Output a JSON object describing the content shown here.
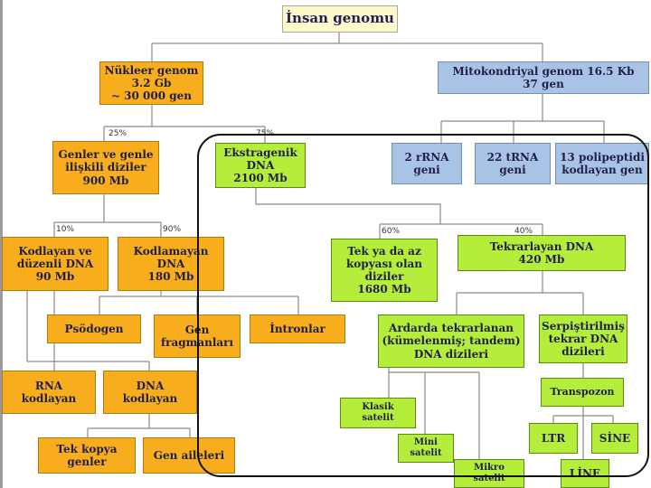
{
  "diagram": {
    "root": "İnsan genomu",
    "nuclear_genome": "Nükleer genom\n3.2 Gb\n~ 30 000 gen",
    "mito_genome": "Mitokondriyal genom 16.5 Kb\n37 gen",
    "genes_related": "Genler ve genle\nilişkili diziler\n900 Mb",
    "extragenic": "Ekstragenik\nDNA\n2100 Mb",
    "rrna": "2 rRNA\ngeni",
    "trna": "22 tRNA\ngeni",
    "polypeptide": "13 polipeptidi\nkodlayan gen",
    "coding_regulatory": "Kodlayan ve\ndüzenli DNA\n90 Mb",
    "noncoding": "Kodlamayan\nDNA\n180 Mb",
    "single_copy": "Tek ya da az\nkopyası olan\ndiziler\n1680 Mb",
    "repeat_dna": "Tekrarlayan DNA\n420 Mb",
    "pseudogene": "Psödogen",
    "gene_fragments": "Gen\nfragmanları",
    "introns": "İntronlar",
    "tandem": "Ardarda tekrarlanan\n(kümelenmiş; tandem)\nDNA dizileri",
    "interspersed": "Serpiştirilmiş\ntekrar DNA\ndizileri",
    "rna_coding": "RNA\nkodlayan",
    "dna_coding": "DNA\nkodlayan",
    "classic_satellite": "Klasik\nsatelit",
    "transposon": "Transpozon",
    "mini_satellite": "Mini\nsatelit",
    "ltr": "LTR",
    "sine": "SİNE",
    "micro_satellite": "Mikro\nsatelit",
    "line": "LİNE",
    "single_copy_genes": "Tek kopya\ngenler",
    "gene_families": "Gen aileleri"
  },
  "percentages": {
    "p25": "25%",
    "p75": "75%",
    "p10": "10%",
    "p90": "90%",
    "p60": "60%",
    "p40": "40%"
  },
  "colors": {
    "orange": "#f7ad1c",
    "blue": "#a9c3e4",
    "green": "#b5ee3a",
    "title_fill": "#fff8c8"
  }
}
